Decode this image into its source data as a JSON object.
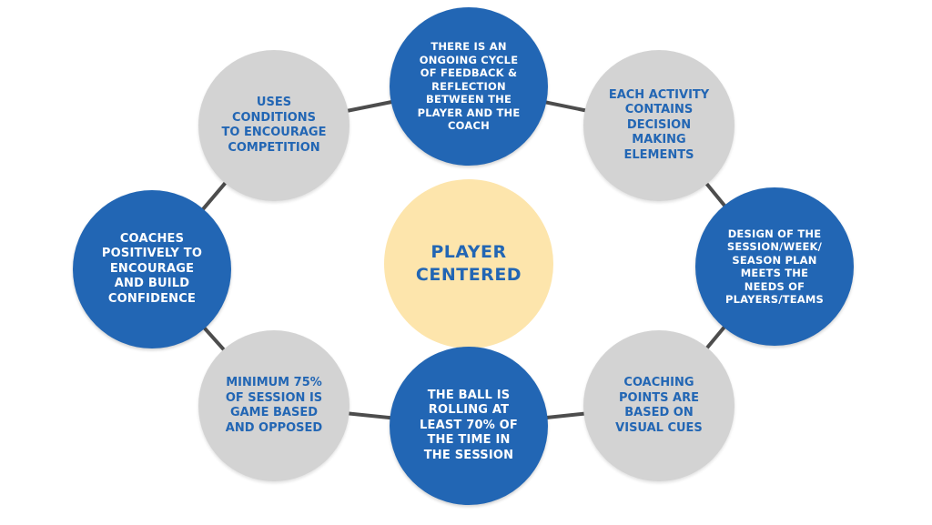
{
  "diagram": {
    "center": {
      "label": "PLAYER\nCENTERED"
    },
    "nodes": [
      {
        "id": "feedback-cycle",
        "label": "THERE IS AN\nONGOING CYCLE\nOF FEEDBACK &\nREFLECTION\nBETWEEN THE\nPLAYER AND THE\nCOACH"
      },
      {
        "id": "decision-making",
        "label": "EACH ACTIVITY\nCONTAINS\nDECISION\nMAKING\nELEMENTS"
      },
      {
        "id": "session-design",
        "label": "DESIGN OF THE\nSESSION/WEEK/\nSEASON PLAN\nMEETS THE\nNEEDS OF\nPLAYERS/TEAMS"
      },
      {
        "id": "visual-cues",
        "label": "COACHING\nPOINTS ARE\nBASED ON\nVISUAL CUES"
      },
      {
        "id": "ball-rolling",
        "label": "THE BALL IS\nROLLING AT\nLEAST 70% OF\nTHE TIME IN\nTHE SESSION"
      },
      {
        "id": "game-based",
        "label": "MINIMUM 75%\nOF SESSION IS\nGAME BASED\nAND OPPOSED"
      },
      {
        "id": "positive-coaching",
        "label": "COACHES\nPOSITIVELY TO\nENCOURAGE\nAND BUILD\nCONFIDENCE"
      },
      {
        "id": "conditions",
        "label": "USES\nCONDITIONS\nTO ENCOURAGE\nCOMPETITION"
      }
    ],
    "colors": {
      "primary_blue": "#2266b4",
      "neutral_grey": "#d3d3d3",
      "center_fill": "#fde5ac",
      "connector": "#4d4d4d"
    }
  }
}
